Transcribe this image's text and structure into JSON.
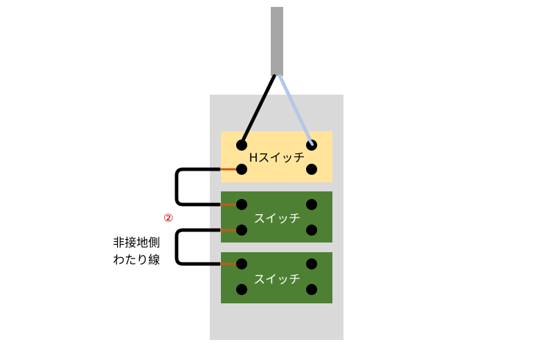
{
  "diagram": {
    "switches": [
      {
        "label": "Hスイッチ",
        "fill": "#ffe49a",
        "text_color": "#000000"
      },
      {
        "label": "スイッチ",
        "fill": "#4e8033",
        "text_color": "#ffffff"
      },
      {
        "label": "スイッチ",
        "fill": "#4e8033",
        "text_color": "#ffffff"
      }
    ],
    "jumper_annotation": {
      "marker": "②",
      "line1": "非接地側",
      "line2": "わたり線"
    },
    "colors": {
      "box": "#d9d9d9",
      "cable_jacket": "#a6a6a6",
      "wire_black": "#000000",
      "wire_white": "#b4c7e7",
      "copper": "#c55a11",
      "terminal": "#000000",
      "marker": "#c00000"
    }
  }
}
